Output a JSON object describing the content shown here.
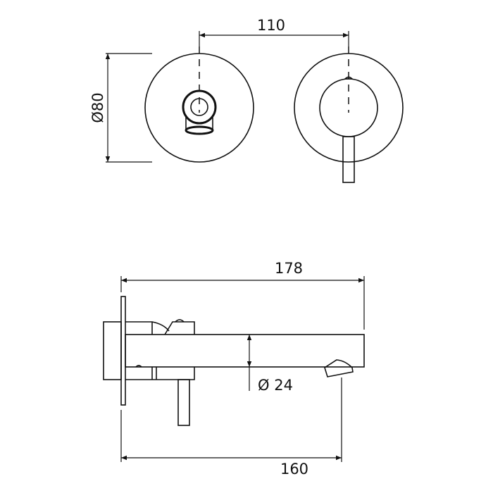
{
  "dimensions": {
    "center_distance": "110",
    "plate_diameter": "Ø80",
    "overall_length": "178",
    "spout_diameter": "Ø 24",
    "spout_projection": "160"
  },
  "colors": {
    "line": "#111111",
    "background": "#ffffff"
  }
}
